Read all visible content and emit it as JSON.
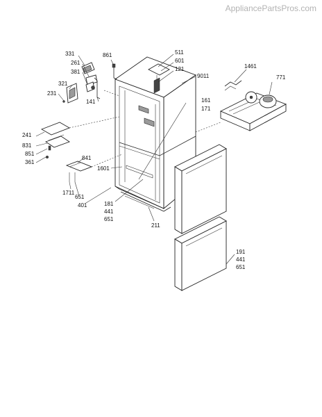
{
  "watermark": "AppliancePartsPros.com",
  "labels": {
    "l331": "331",
    "l261": "261",
    "l381": "381",
    "l321": "321",
    "l231": "231",
    "l141": "141",
    "l241": "241",
    "l831": "831",
    "l851": "851",
    "l361": "361",
    "l841": "841",
    "l1711": "1711",
    "l651a": "651",
    "l401": "401",
    "l1601": "1601",
    "l861": "861",
    "l511": "511",
    "l601": "601",
    "l121": "121",
    "l9011": "9011",
    "l161": "161",
    "l171": "171",
    "l181": "181",
    "l441a": "441",
    "l651b": "651",
    "l211": "211",
    "l1461": "1461",
    "l771": "771",
    "l191": "191",
    "l441b": "441",
    "l651c": "651"
  }
}
